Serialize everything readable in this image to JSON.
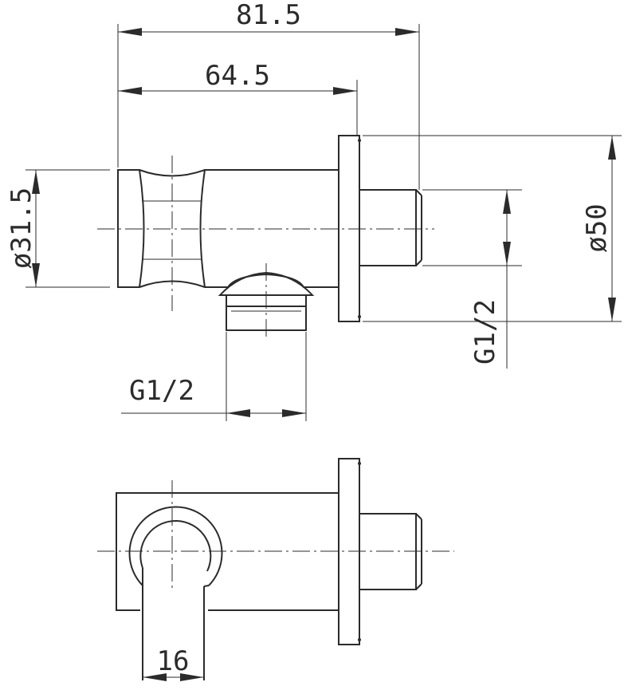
{
  "dimensions": {
    "overall_length": "81.5",
    "body_length": "64.5",
    "body_diameter": "ø31.5",
    "flange_diameter": "ø50",
    "inlet_thread": "G1/2",
    "outlet_thread": "G1/2",
    "holder_width": "16"
  }
}
